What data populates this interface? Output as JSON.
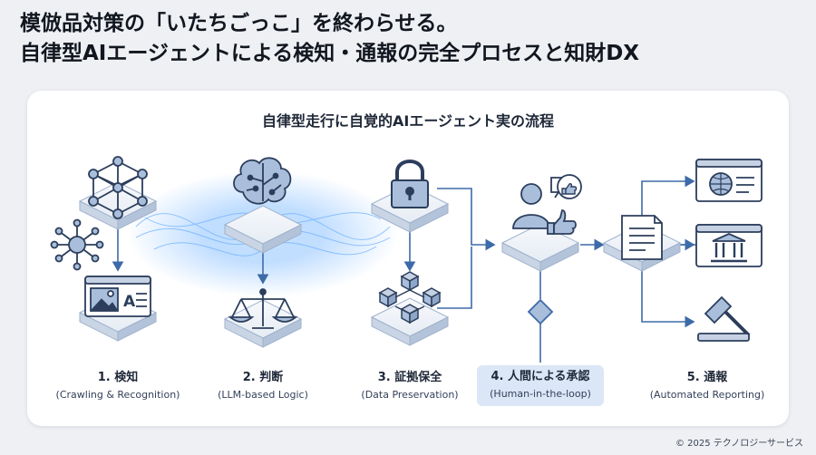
{
  "headline": {
    "line1": "模倣品対策の「いたちごっこ」を終わらせる。",
    "line2": "自律型AIエージェントによる検知・通報の完全プロセスと知財DX"
  },
  "diagram_title": "自律型走行に自覚的AIエージェント実の流程",
  "stages": [
    {
      "title": "1. 検知",
      "subtitle": "(Crawling & Recognition)"
    },
    {
      "title": "2. 判断",
      "subtitle": "(LLM-based Logic)"
    },
    {
      "title": "3. 証拠保全",
      "subtitle": "(Data Preservation)"
    },
    {
      "title": "4. 人間による承認",
      "subtitle": "(Human-in-the-loop)"
    },
    {
      "title": "5. 通報",
      "subtitle": "(Automated Reporting)"
    }
  ],
  "icons": {
    "stage1": [
      "network-graph-icon",
      "hub-node-icon",
      "image-recognition-window-icon"
    ],
    "stage2": [
      "ai-brain-icon",
      "balance-scale-icon"
    ],
    "stage3": [
      "padlock-icon",
      "data-blocks-icon"
    ],
    "stage4": [
      "user-approval-icon",
      "thumbs-up-icon",
      "decision-diamond-icon"
    ],
    "stage5": [
      "report-document-icon",
      "web-browser-icon",
      "government-building-icon",
      "gavel-icon"
    ]
  },
  "colors": {
    "accent": "#3d6aa8",
    "icon_stroke": "#2c3e5c",
    "icon_fill": "#a9bedb",
    "platform_top": "#f2f5fa",
    "platform_side": "#c6d2e3",
    "glow": "#8fc3ff",
    "highlight_bg": "#dbe7f6"
  },
  "copyright": "© 2025 テクノロジーサービス"
}
